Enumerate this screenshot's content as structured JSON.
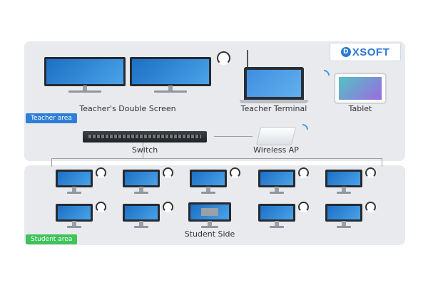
{
  "logo": {
    "mark": "D",
    "text": "XSOFT"
  },
  "teacher_area": {
    "tag": "Teacher area",
    "double_screen_label": "Teacher's Double Screen",
    "terminal_label": "Teacher Terminal",
    "tablet_label": "Tablet"
  },
  "network": {
    "switch_label": "Switch",
    "ap_label": "Wireless AP"
  },
  "student_area": {
    "tag": "Student area",
    "side_label": "Student Side"
  },
  "icons": [
    "headset-icon",
    "wifi-icon",
    "monitor-icon",
    "laptop-icon",
    "tablet-icon",
    "switch-icon",
    "access-point-icon"
  ],
  "colors": {
    "teacher_tag": "#2f7fd6",
    "student_tag": "#3fc35a",
    "panel": "#e9eaee",
    "brand": "#2a78d2"
  }
}
